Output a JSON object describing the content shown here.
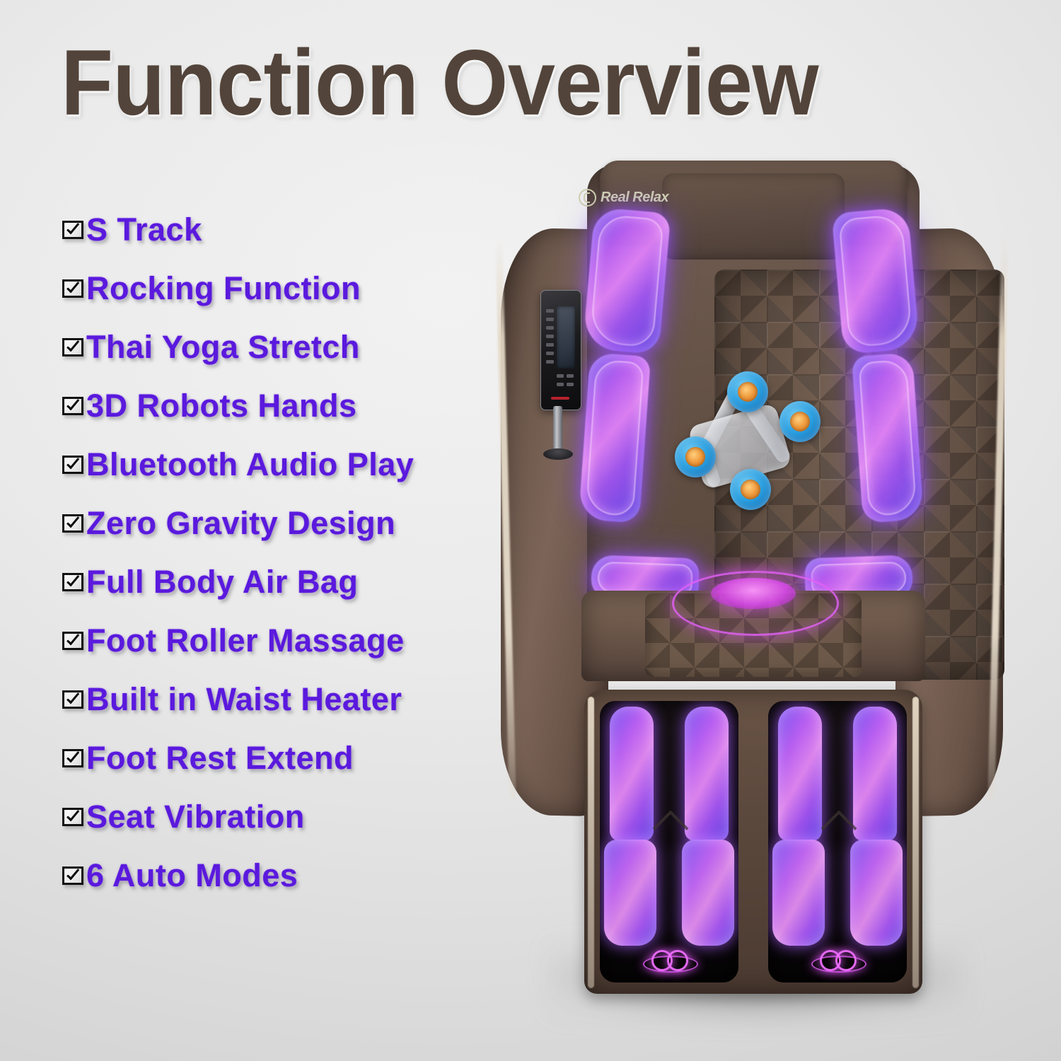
{
  "page": {
    "title": "Function Overview",
    "accent_purple": "#5a19dd",
    "title_color": "#52443a",
    "background": "#e8e8e8"
  },
  "features": [
    {
      "label": "S Track",
      "checked": true,
      "icon": "checkbox-checked-icon"
    },
    {
      "label": "Rocking Function",
      "checked": true,
      "icon": "checkbox-checked-icon"
    },
    {
      "label": "Thai Yoga Stretch",
      "checked": true,
      "icon": "checkbox-checked-icon"
    },
    {
      "label": "3D Robots Hands",
      "checked": true,
      "icon": "checkbox-checked-icon"
    },
    {
      "label": "Bluetooth Audio Play",
      "checked": true,
      "icon": "checkbox-checked-icon"
    },
    {
      "label": "Zero Gravity Design",
      "checked": true,
      "icon": "checkbox-checked-icon"
    },
    {
      "label": "Full Body Air Bag",
      "checked": true,
      "icon": "checkbox-checked-icon"
    },
    {
      "label": "Foot Roller Massage",
      "checked": true,
      "icon": "checkbox-checked-icon"
    },
    {
      "label": "Built in Waist Heater",
      "checked": true,
      "icon": "checkbox-checked-icon"
    },
    {
      "label": "Foot Rest Extend",
      "checked": true,
      "icon": "checkbox-checked-icon"
    },
    {
      "label": "Seat Vibration",
      "checked": true,
      "icon": "checkbox-checked-icon"
    },
    {
      "label": "6 Auto Modes",
      "checked": true,
      "icon": "checkbox-checked-icon"
    }
  ],
  "product": {
    "brand": "Real Relax",
    "brand_mark": "real-relax-logo-icon",
    "upholstery_color": "#6a5748",
    "piping_color": "#e4d8c6",
    "airbag_glow_color": "#a855f7",
    "roller_color": "#2b9fe0",
    "roller_core_color": "#ef9a3c",
    "vibration_glow_color": "#e250f6",
    "parts": {
      "headrest": "headrest-pillow",
      "backrest": "quilted-backrest",
      "shoulder_airbags": "shoulder-airbag",
      "side_airbags": "side-airbag",
      "arm_airbags": "arm-airbag",
      "roller_mechanism": "3d-roller-mechanism",
      "seat": "seat-cushion",
      "footrest": "footrest-module",
      "remote": "remote-control-panel"
    }
  }
}
